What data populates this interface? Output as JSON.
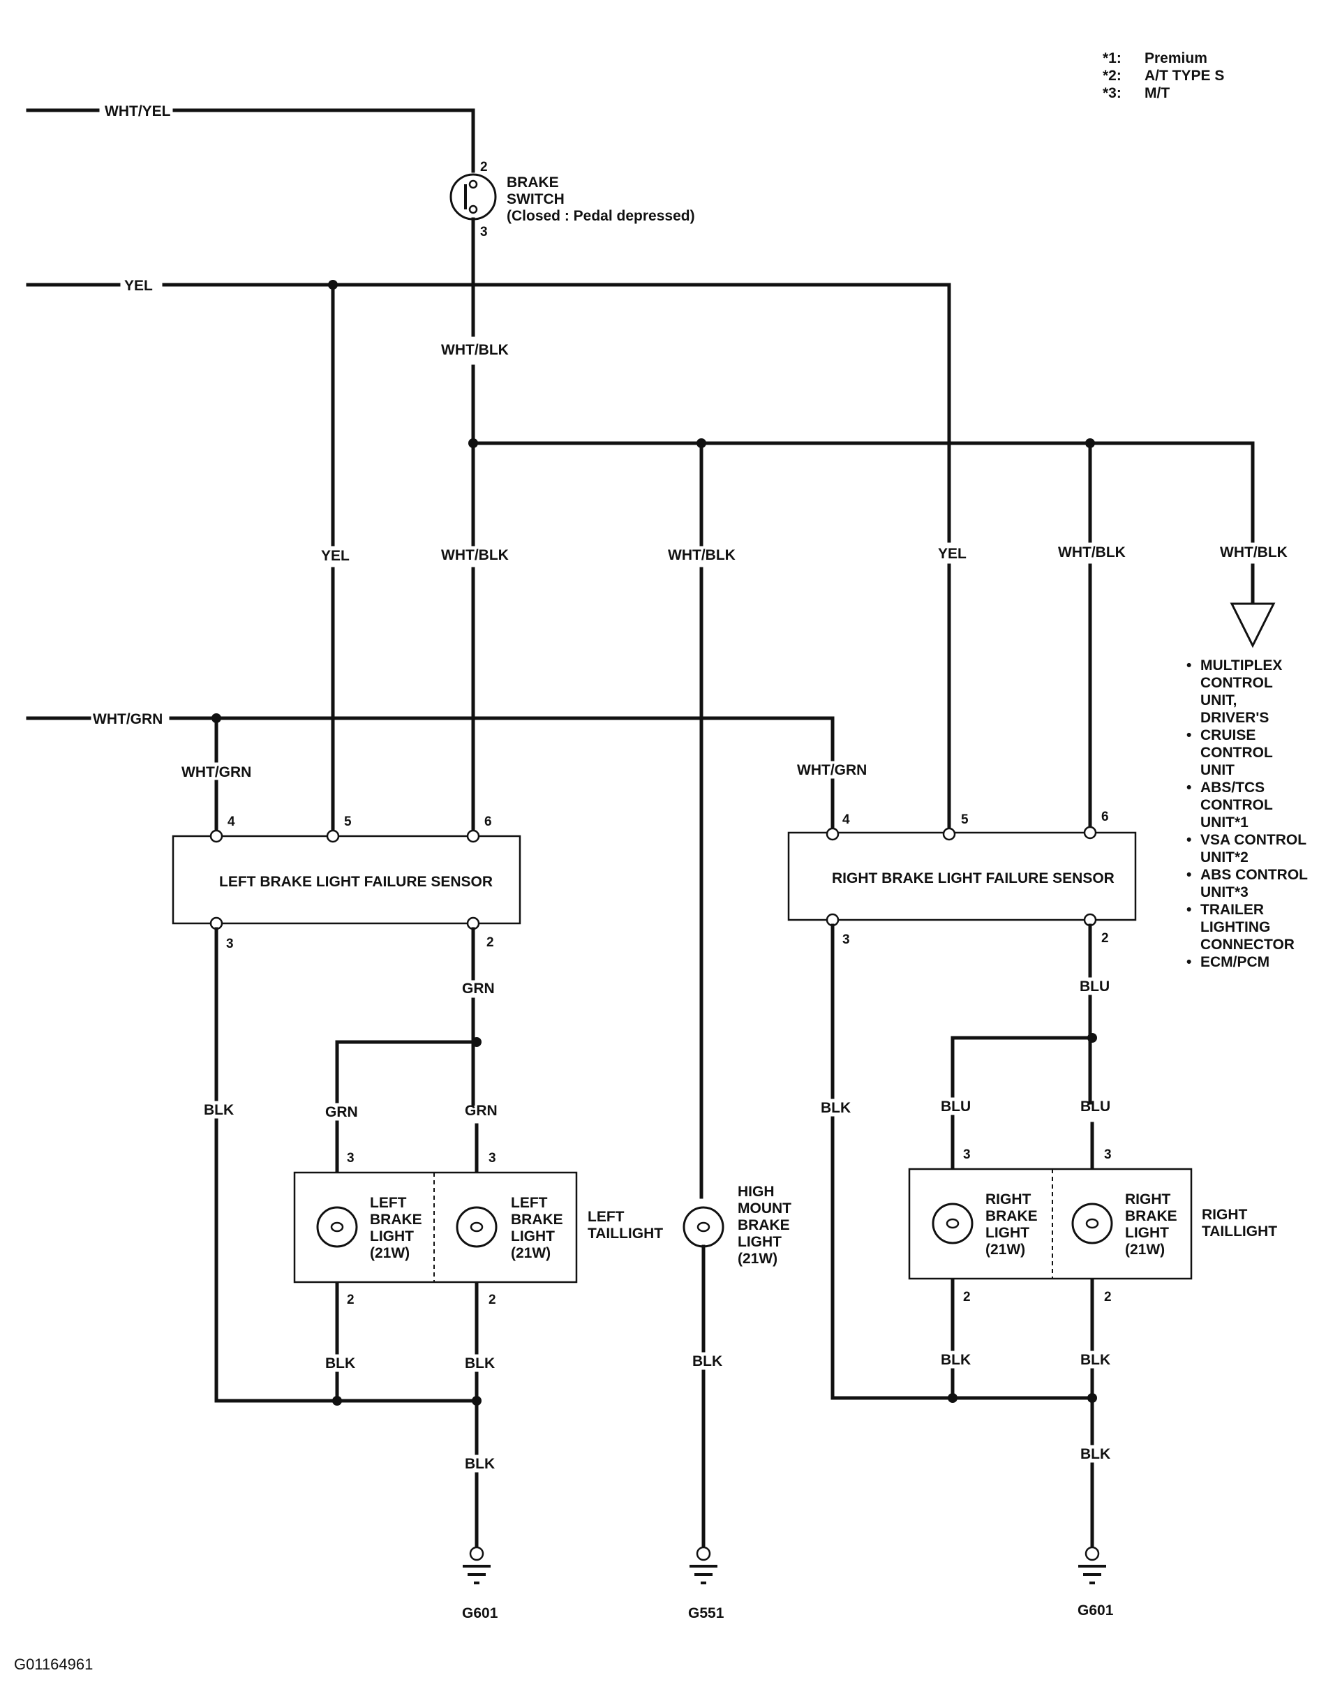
{
  "notes": {
    "n1": {
      "mark": "*1:",
      "text": "Premium"
    },
    "n2": {
      "mark": "*2:",
      "text": "A/T TYPE S"
    },
    "n3": {
      "mark": "*3:",
      "text": "M/T"
    }
  },
  "inputs": {
    "wht_yel": "WHT/YEL",
    "yel": "YEL",
    "wht_grn": "WHT/GRN"
  },
  "brake_switch": {
    "line1": "BRAKE",
    "line2": "SWITCH",
    "line3": "(Closed : Pedal depressed)",
    "pin_top": "2",
    "pin_bottom": "3"
  },
  "wires": {
    "wht_blk": "WHT/BLK",
    "yel": "YEL",
    "wht_grn": "WHT/GRN",
    "grn": "GRN",
    "blu": "BLU",
    "blk": "BLK"
  },
  "left_sensor": {
    "label": "LEFT BRAKE LIGHT FAILURE SENSOR",
    "pin4": "4",
    "pin5": "5",
    "pin6": "6",
    "pin3": "3",
    "pin2": "2"
  },
  "right_sensor": {
    "label": "RIGHT BRAKE LIGHT FAILURE SENSOR",
    "pin4": "4",
    "pin5": "5",
    "pin6": "6",
    "pin3": "3",
    "pin2": "2"
  },
  "left_taillight": {
    "label1": "LEFT",
    "label2": "TAILLIGHT",
    "bulb": [
      "LEFT",
      "BRAKE",
      "LIGHT",
      "(21W)"
    ],
    "pin3": "3",
    "pin2": "2"
  },
  "right_taillight": {
    "label1": "RIGHT",
    "label2": "TAILLIGHT",
    "bulb": [
      "RIGHT",
      "BRAKE",
      "LIGHT",
      "(21W)"
    ],
    "pin3": "3",
    "pin2": "2"
  },
  "high_mount": [
    "HIGH",
    "MOUNT",
    "BRAKE",
    "LIGHT",
    "(21W)"
  ],
  "destinations": [
    "MULTIPLEX",
    "CONTROL",
    "UNIT,",
    "DRIVER'S",
    "CRUISE",
    "CONTROL",
    "UNIT",
    "ABS/TCS",
    "CONTROL",
    "UNIT*1",
    "VSA CONTROL",
    "UNIT*2",
    "ABS CONTROL",
    "UNIT*3",
    "TRAILER",
    "LIGHTING",
    "CONNECTOR",
    "ECM/PCM"
  ],
  "grounds": {
    "left": "G601",
    "center": "G551",
    "right": "G601"
  },
  "figure_id": "G01164961"
}
